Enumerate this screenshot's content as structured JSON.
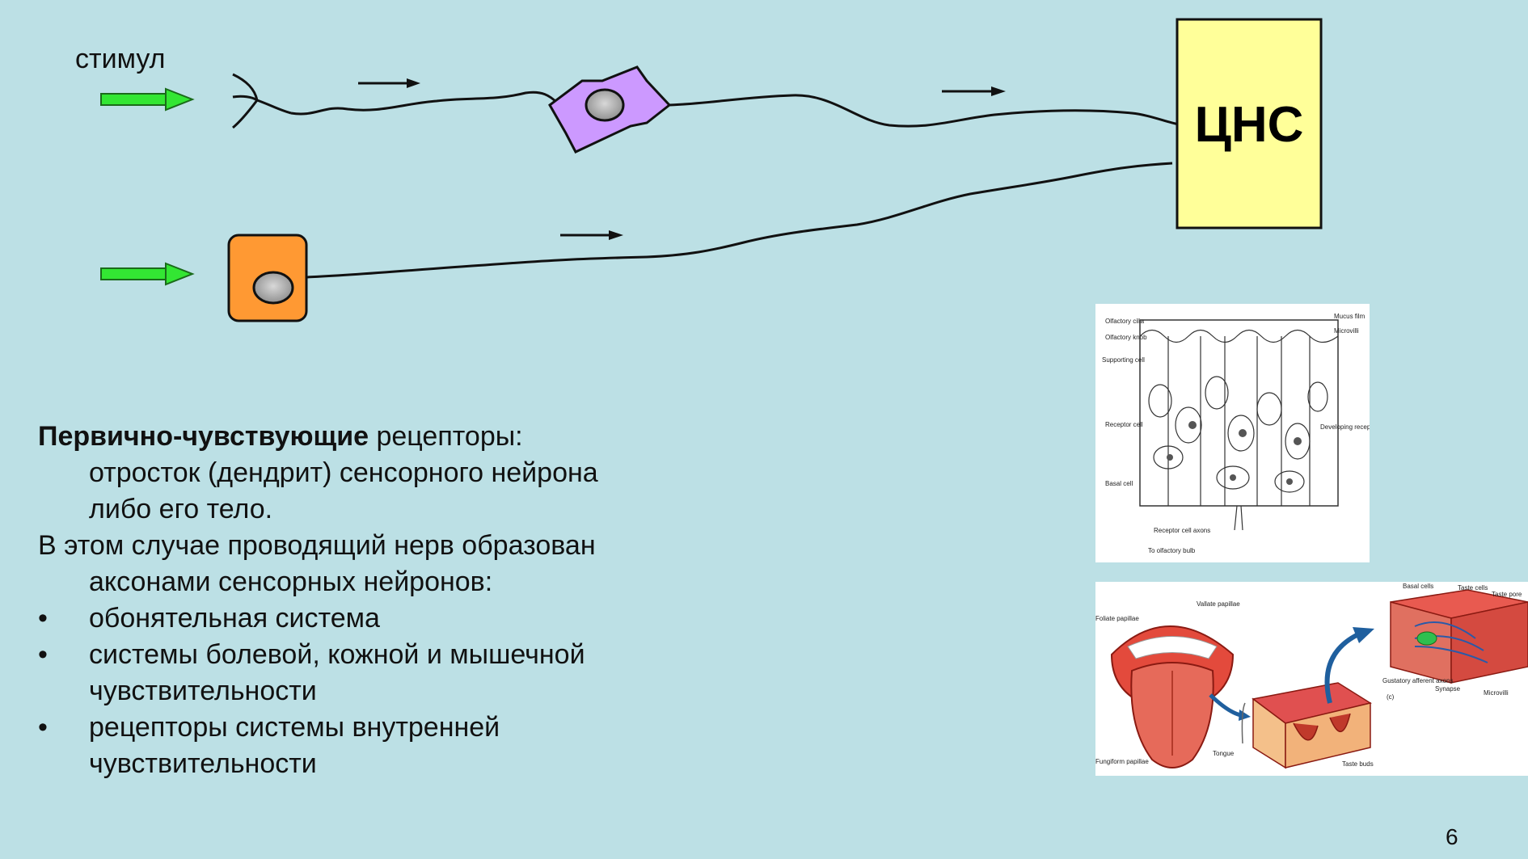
{
  "stimulus_label": "стимул",
  "cns_label": "ЦНС",
  "text": {
    "line1_bold": "Первично-чувствующие",
    "line1_rest": " рецепторы:",
    "line2": "отросток (дендрит) сенсорного нейрона",
    "line3": "либо его тело.",
    "line4": "В этом случае проводящий нерв образован",
    "line5": "аксонами сенсорных нейронов:",
    "bullet_char": "•",
    "bullets": [
      "обонятельная система",
      "системы болевой, кожной и мышечной",
      "чувствительности",
      "рецепторы системы внутренней",
      "чувствительности"
    ]
  },
  "page_number": "6",
  "olfactory_figure": {
    "labels_left": [
      "Olfactory cilia",
      "Olfactory knob",
      "Supporting cell",
      "Receptor cell",
      "Basal cell"
    ],
    "labels_right": [
      "Mucus film",
      "Microvilli",
      "Developing receptor cell"
    ],
    "labels_bottom": [
      "Receptor cell axons",
      "To olfactory bulb"
    ]
  },
  "taste_figure": {
    "labels": [
      "Foliate papillae",
      "Vallate papillae",
      "Fungiform papillae",
      "Tongue",
      "Taste buds",
      "Basal cells",
      "Taste cells",
      "Taste pore",
      "Gustatory afferent axons",
      "Synapse",
      "Microvilli",
      "(c)"
    ]
  },
  "colors": {
    "background": "#bce0e5",
    "stimulus_arrow": "#33e633",
    "neuron_body": "#cc99ff",
    "receptor_cell": "#ff9933",
    "cns_box": "#ffff99",
    "nucleus": "#b0b0b0"
  }
}
